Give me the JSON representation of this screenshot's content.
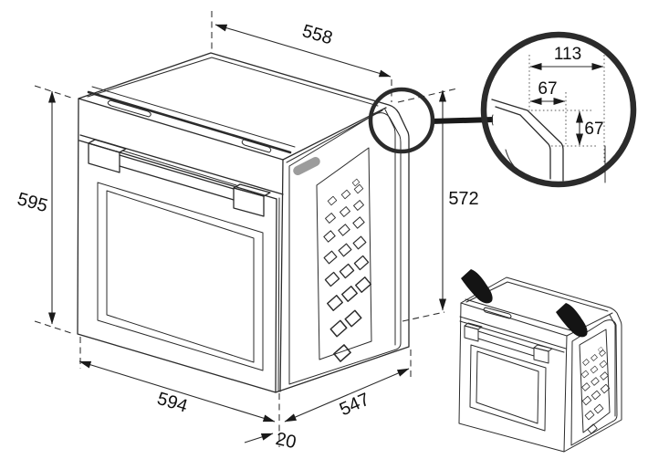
{
  "dims": {
    "top_width": "558",
    "height": "595",
    "carcass_height": "572",
    "width": "594",
    "depth": "547",
    "door_offset": "20"
  },
  "corner_detail": {
    "total_width": "113",
    "corner_horizontal": "67",
    "corner_vertical": "67"
  },
  "colors": {
    "line": "#2b2b2b",
    "gray_marker": "#9c9c9c",
    "background": "#ffffff"
  }
}
